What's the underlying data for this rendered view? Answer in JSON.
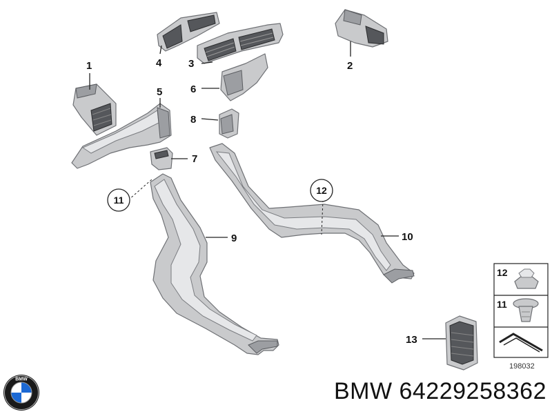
{
  "callouts": {
    "c1": "1",
    "c2": "2",
    "c3": "3",
    "c4": "4",
    "c5": "5",
    "c6": "6",
    "c7": "7",
    "c8": "8",
    "c9": "9",
    "c10": "10",
    "c11": "11",
    "c12": "12",
    "c13": "13"
  },
  "legend": {
    "item12": "12",
    "item11": "11",
    "ref_number": "198032"
  },
  "footer": {
    "text": "BMW 64229258362",
    "logo_letters": "BMW"
  },
  "colors": {
    "part_fill": "#c9cacc",
    "logo_blue": "#1c69d4"
  }
}
